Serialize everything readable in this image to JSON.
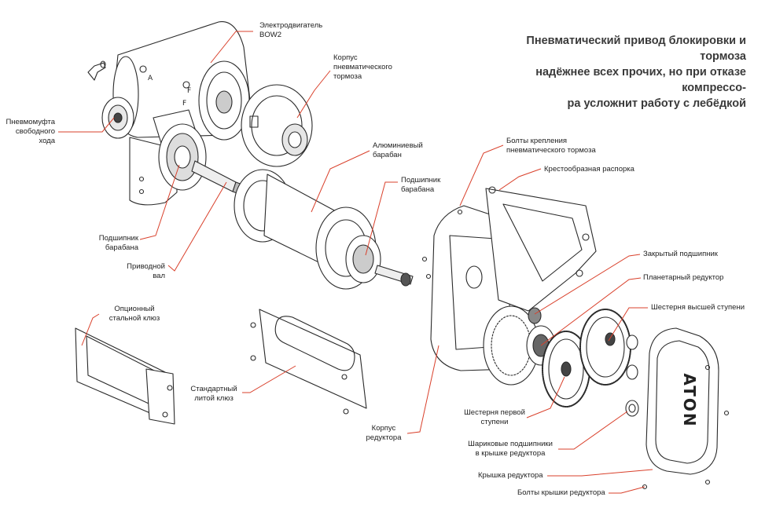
{
  "headline": "Пневматический привод блокировки и тормоза\nнадёжнее всех прочих, но при отказе компрессо-\nра усложнит работу с лебёдкой",
  "labels": {
    "motor": "Электродвигатель\nBOW2",
    "brake_housing": "Корпус\nпневматического\nтормоза",
    "clutch": "Пневмомуфта\nсвободного\nхода",
    "drum": "Алюминиевый\nбарабан",
    "brake_bolts": "Болты крепления\nпневматического тормоза",
    "cross_spacer": "Крестообразная распорка",
    "drum_bearing_right": "Подшипник\nбарабана",
    "drum_bearing_left": "Подшипник\nбарабана",
    "drive_shaft": "Приводной\nвал",
    "closed_bearing": "Закрытый подшипник",
    "planetary": "Планетарный редуктор",
    "top_gear": "Шестерня высшей ступени",
    "steel_fairlead": "Опционный\nстальной клюз",
    "std_fairlead": "Стандартный\nлитой клюз",
    "first_gear": "Шестерня первой\nступени",
    "ball_bearings": "Шариковые подшипники\nв крышке редуктора",
    "gear_housing": "Корпус\nредуктора",
    "gear_cover": "Крышка редуктора",
    "cover_bolts": "Болты крышки редуктора"
  },
  "motor_marks": {
    "a": "A",
    "f1": "F",
    "f2": "F"
  },
  "cover_logo": "ATON",
  "colors": {
    "leader": "#d9402b",
    "line": "#2a2a2a",
    "text": "#222222"
  }
}
